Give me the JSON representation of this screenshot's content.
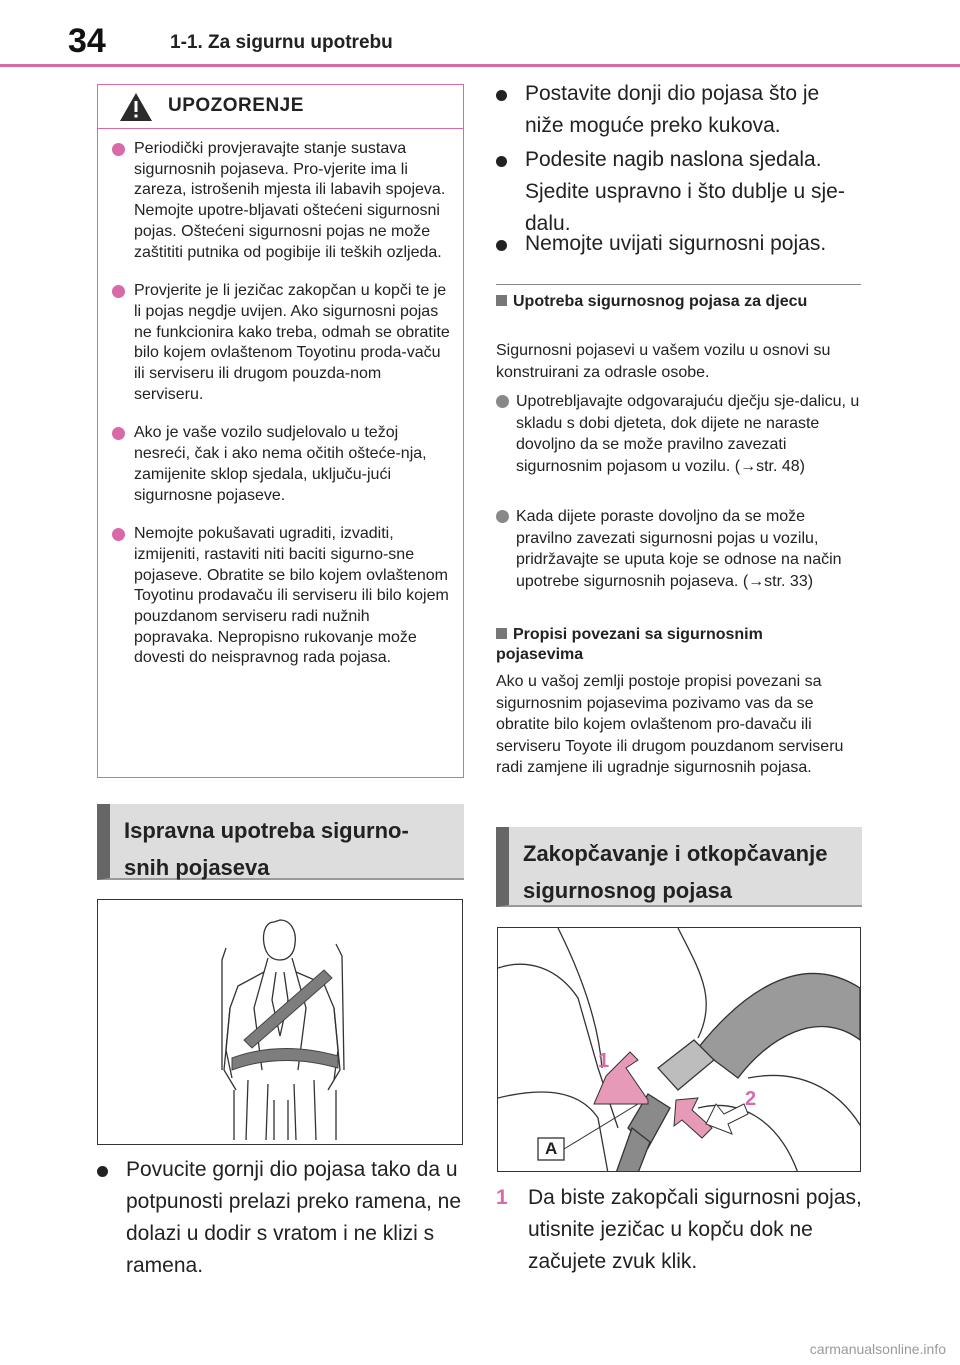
{
  "header": {
    "page_number": "34",
    "section_title": "1-1. Za sigurnu upotrebu"
  },
  "warning": {
    "title": "UPOZORENJE",
    "items": [
      "Periodički provjeravajte stanje sustava sigurnosnih pojaseva. Pro-vjerite ima li zareza, istrošenih mjesta ili labavih spojeva. Nemojte upotre-bljavati oštećeni sigurnosni pojas. Oštećeni sigurnosni pojas ne može zaštititi putnika od pogibije ili teških ozljeda.",
      "Provjerite je li jezičac zakopčan u kopči te je li pojas negdje uvijen. Ako sigurnosni pojas ne funkcionira kako treba, odmah se obratite bilo kojem ovlaštenom Toyotinu proda-vaču ili serviseru ili drugom pouzda-nom serviseru.",
      "Ako je vaše vozilo sudjelovalo u težoj nesreći, čak i ako nema očitih ošteće-nja, zamijenite sklop sjedala, uključu-jući sigurnosne pojaseve.",
      "Nemojte pokušavati ugraditi, izvaditi, izmijeniti, rastaviti niti baciti sigurno-sne pojaseve. Obratite se bilo kojem ovlaštenom Toyotinu prodavaču ili serviseru ili bilo kojem pouzdanom serviseru radi nužnih popravaka. Nepropisno rukovanje može dovesti do neispravnog rada pojasa."
    ]
  },
  "left_heading": "Ispravna upotreba sigurno-snih pojaseva",
  "left_bullet": "Povucite gornji dio pojasa tako da u potpunosti prelazi preko ramena, ne dolazi u dodir s vratom i ne klizi s ramena.",
  "right_bullets": [
    "Postavite donji dio pojasa što je niže moguće preko kukova.",
    "Podesite nagib naslona sjedala. Sjedite uspravno i što dublje u sje-dalu.",
    "Nemojte uvijati sigurnosni pojas."
  ],
  "children": {
    "heading": "Upotreba sigurnosnog pojasa za djecu",
    "intro": "Sigurnosni pojasevi u vašem vozilu u osnovi su konstruirani za odrasle osobe.",
    "items": [
      "Upotrebljavajte odgovarajuću dječju sje-dalicu, u skladu s dobi djeteta, dok dijete ne naraste dovoljno da se može pravilno zavezati sigurnosnim pojasom u vozilu. (→str. 48)",
      "Kada dijete poraste dovoljno da se može pravilno zavezati sigurnosni pojas u vozilu, pridržavajte se uputa koje se odnose na način upotrebe sigurnosnih pojaseva. (→str. 33)"
    ]
  },
  "regulations": {
    "heading": "Propisi povezani sa sigurnosnim pojasevima",
    "text": "Ako u vašoj zemlji postoje propisi povezani sa sigurnosnim pojasevima pozivamo vas da se obratite bilo kojem ovlaštenom pro-davaču ili serviseru Toyote ili drugom pouzdanom serviseru radi zamjene ili ugradnje sigurnosnih pojasa."
  },
  "right_heading": "Zakopčavanje i otkopčavanje sigurnosnog pojasa",
  "buckle_figure": {
    "label_1": "1",
    "label_2": "2",
    "label_a": "A"
  },
  "step": {
    "number": "1",
    "text": "Da biste zakopčali sigurnosni pojas, utisnite jezičac u kopču dok ne začujete zvuk klik."
  },
  "watermark": "carmanualsonline.info",
  "accent_color": "#d86aa8"
}
